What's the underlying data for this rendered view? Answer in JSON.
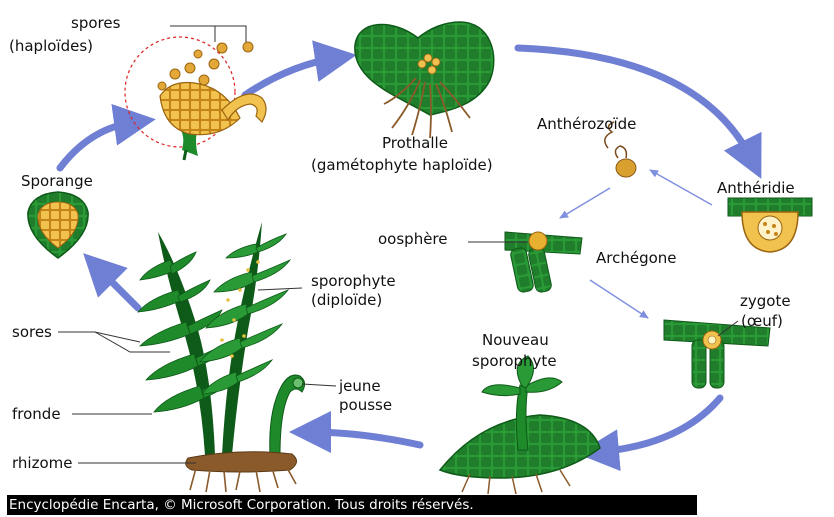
{
  "labels": {
    "spores": "spores",
    "spores_sub": "(haploïdes)",
    "prothalle": "Prothalle",
    "prothalle_sub": "(gamétophyte haploïde)",
    "antherozoide": "Anthérozoïde",
    "antheridie": "Anthéridie",
    "oosphere": "oosphère",
    "archegone": "Archégone",
    "zygote": "zygote",
    "zygote_sub": "(œuf)",
    "sporange": "Sporange",
    "sporophyte": "sporophyte",
    "sporophyte_sub": "(diploïde)",
    "nouveau": "Nouveau",
    "nouveau_sub": "sporophyte",
    "sores": "sores",
    "jeune": "jeune",
    "pousse": "pousse",
    "fronde": "fronde",
    "rhizome": "rhizome"
  },
  "footer": {
    "copyright": "Encyclopédie Encarta, © Microsoft Corporation. Tous droits réservés."
  },
  "colors": {
    "cycle_arrow": "#6f7fd4",
    "thin_arrow": "#8090e0",
    "plant_green": "#1e8a2a",
    "dark_green": "#0e5a18",
    "spore_yellow": "#f0c050",
    "spore_orange": "#d98a1c",
    "root_brown": "#8a5a2a"
  }
}
